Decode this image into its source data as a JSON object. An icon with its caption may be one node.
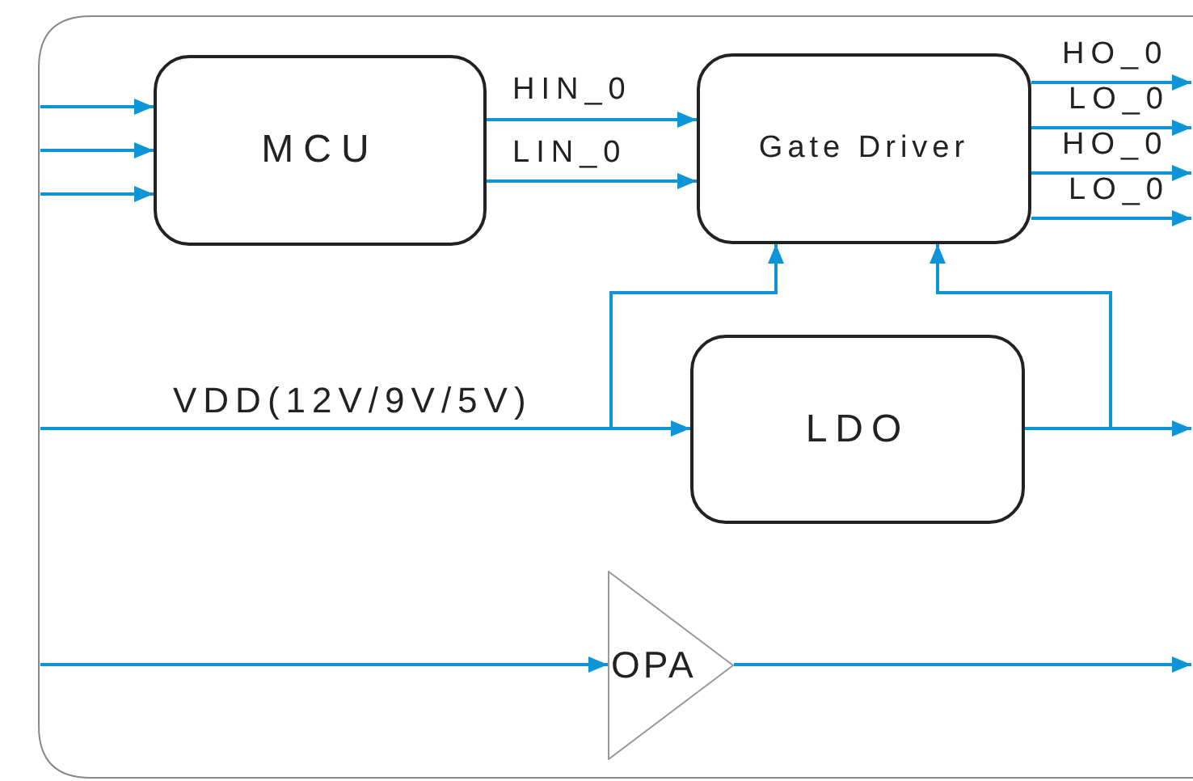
{
  "diagram": {
    "nodes": [
      {
        "text": [
          "MCU"
        ]
      },
      {
        "text": [
          "Gate Driver"
        ]
      },
      {
        "text": [
          "LDO"
        ]
      },
      {
        "text": [
          "OPA"
        ]
      }
    ],
    "edges": [
      {
        "from": null,
        "to": 0,
        "arrow": "to"
      },
      {
        "from": null,
        "to": 0,
        "arrow": "to"
      },
      {
        "from": null,
        "to": 0,
        "arrow": "to"
      },
      {
        "from": 0,
        "to": 1,
        "label": "HIN_0",
        "arrow": "to"
      },
      {
        "from": 0,
        "to": 1,
        "label": "LIN_0",
        "arrow": "to"
      },
      {
        "from": 1,
        "to": null,
        "label": "HO_0",
        "arrow": "to"
      },
      {
        "from": 1,
        "to": null,
        "label": "LO_0",
        "arrow": "to"
      },
      {
        "from": 1,
        "to": null,
        "label": "HO_0",
        "arrow": "to"
      },
      {
        "from": 1,
        "to": null,
        "label": "LO_0",
        "arrow": "to"
      },
      {
        "from": null,
        "to": 2,
        "label": "VDD(12V/9V/5V)",
        "arrow": "to"
      },
      {
        "from": null,
        "to": 1,
        "arrow": "to"
      },
      {
        "from": 2,
        "to": null,
        "arrow": "to"
      },
      {
        "from": 2,
        "to": 1,
        "arrow": "to"
      },
      {
        "from": null,
        "to": 3,
        "arrow": "to"
      },
      {
        "from": 3,
        "to": null,
        "arrow": "to"
      }
    ]
  }
}
